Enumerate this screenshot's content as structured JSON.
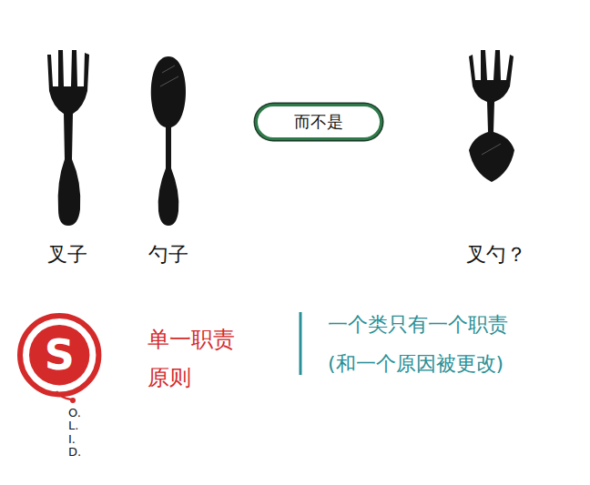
{
  "diagram": {
    "nodes": [
      {
        "text": [
          "而不是"
        ]
      },
      {
        "text": [
          "S"
        ]
      }
    ],
    "labels": [
      "叉子",
      "勺子",
      "叉勺？",
      "O. L. I. D.",
      "单一职责 原则",
      "一个类只有一个职责 (和一个原因被更改)"
    ]
  }
}
